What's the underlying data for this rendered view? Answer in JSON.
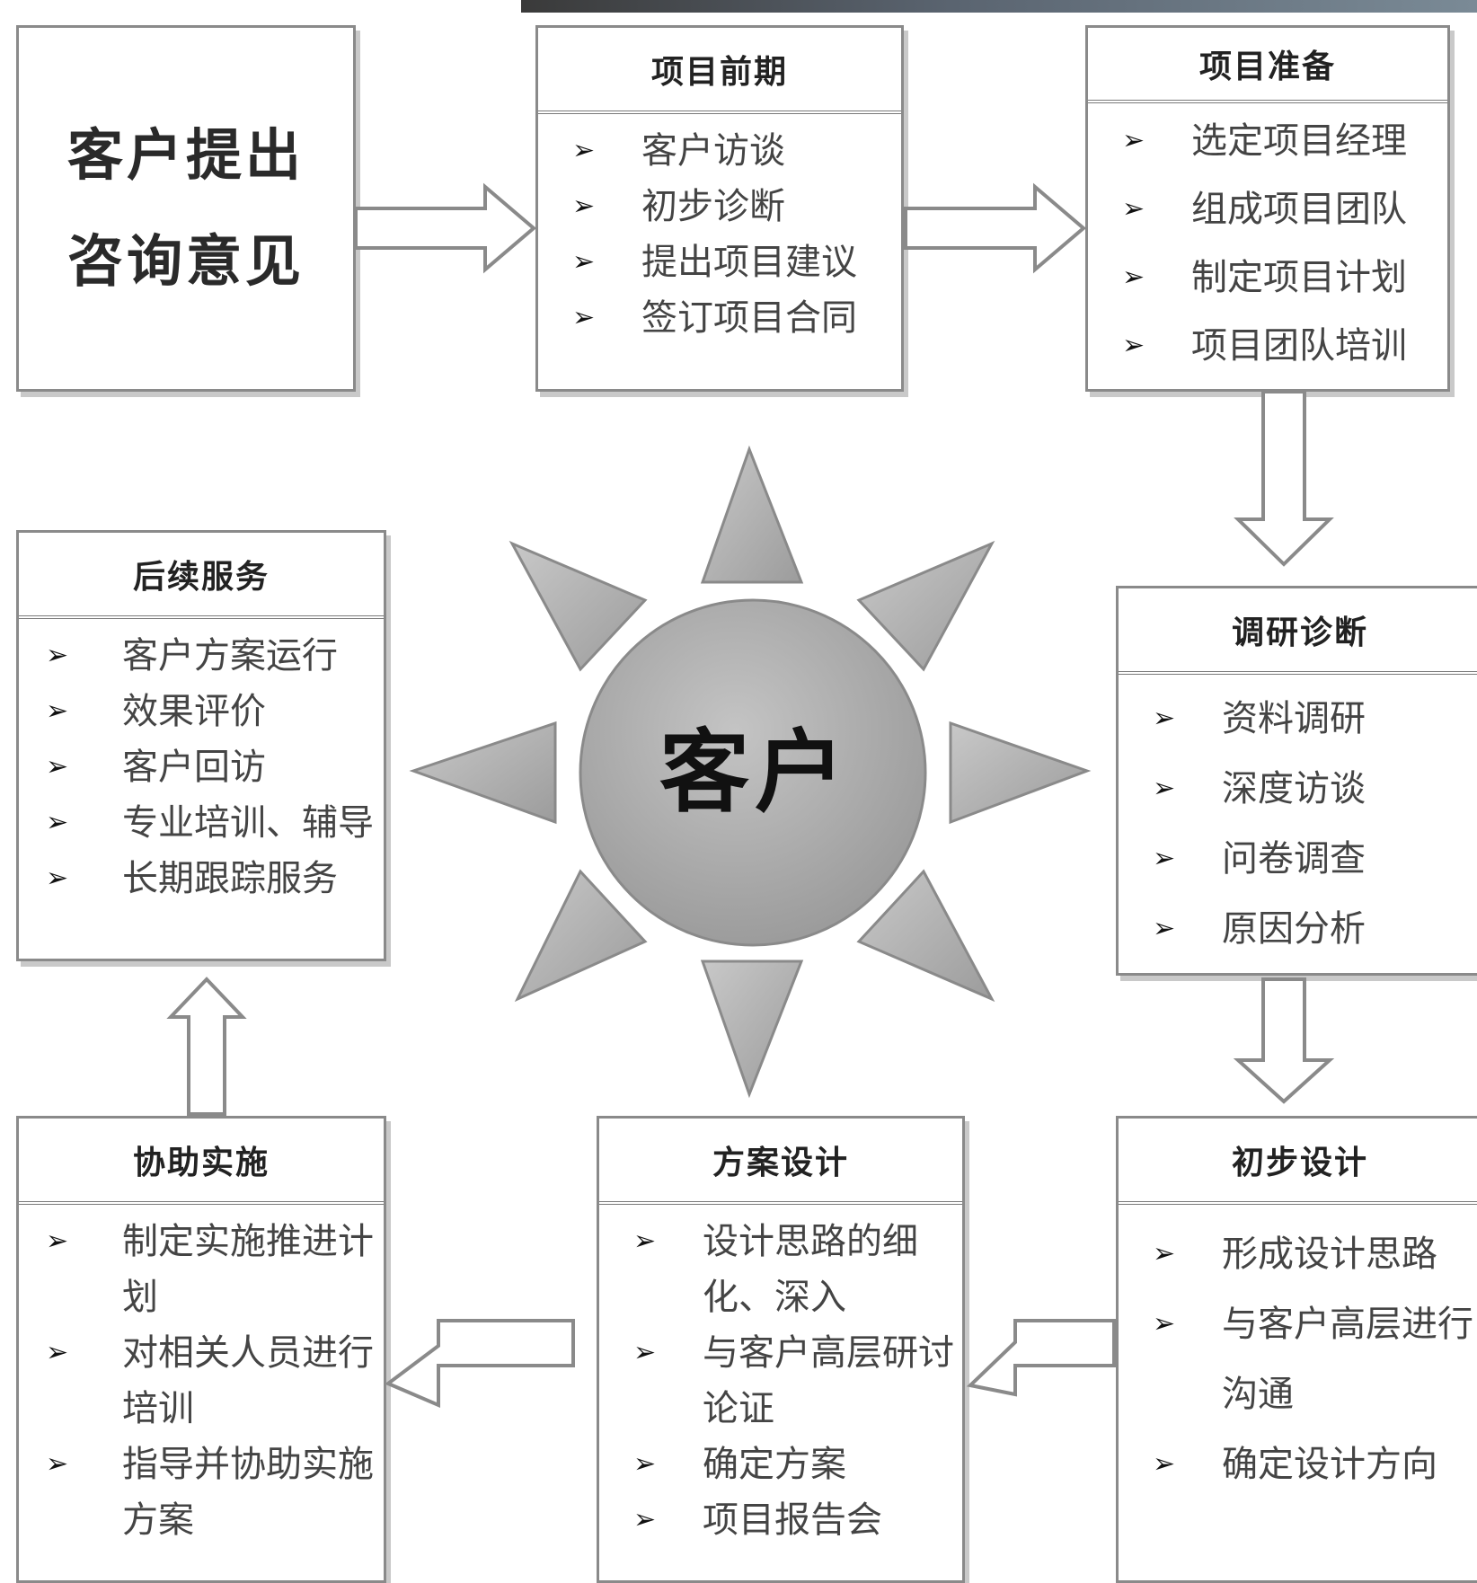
{
  "center": {
    "label": "客户"
  },
  "start_box": {
    "line1": "客户提出",
    "line2": "咨询意见"
  },
  "bullet_glyph": "➢",
  "boxes": {
    "pre": {
      "title": "项目前期",
      "items": [
        "客户访谈",
        "初步诊断",
        "提出项目建议",
        "签订项目合同"
      ]
    },
    "prep": {
      "title": "项目准备",
      "items": [
        "选定项目经理",
        "组成项目团队",
        "制定项目计划",
        "项目团队培训"
      ]
    },
    "research": {
      "title": "调研诊断",
      "items": [
        "资料调研",
        "深度访谈",
        "问卷调查",
        "原因分析"
      ]
    },
    "initial": {
      "title": "初步设计",
      "items": [
        "形成设计思路",
        "与客户高层进行沟通",
        "确定设计方向"
      ]
    },
    "plan": {
      "title": "方案设计",
      "items": [
        "设计思路的细化、深入",
        "与客户高层研讨论证",
        "确定方案",
        "项目报告会"
      ]
    },
    "assist": {
      "title": "协助实施",
      "items": [
        "制定实施推进计划",
        "对相关人员进行培训",
        "指导并协助实施方案"
      ]
    },
    "followup": {
      "title": "后续服务",
      "items": [
        "客户方案运行",
        "效果评价",
        "客户回访",
        "专业培训、辅导",
        "长期跟踪服务"
      ]
    }
  },
  "colors": {
    "border": "#8a8a8a",
    "shadow": "#c9c9c9",
    "sun": "#b4b4b4",
    "arrow_fill": "#ffffff"
  }
}
